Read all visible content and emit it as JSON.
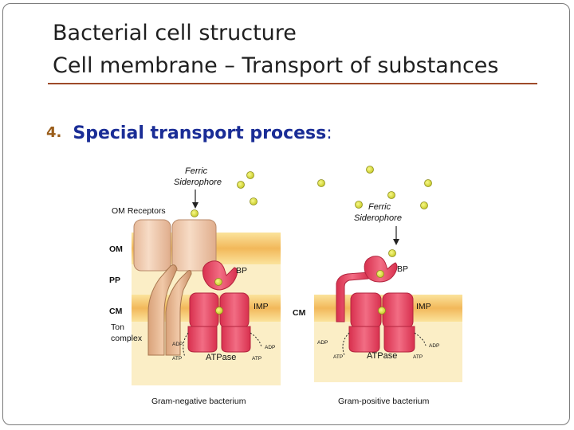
{
  "slide": {
    "title_line1": "Bacterial cell structure",
    "title_line2": "Cell membrane – Transport of substances",
    "point_number": "4.",
    "point_text": "Special transport process",
    "point_colon": ":"
  },
  "diagram_left": {
    "ferric_siderophore": [
      "Ferric",
      "Siderophore"
    ],
    "om_receptors": "OM Receptors",
    "om": "OM",
    "pp": "PP",
    "cm": "CM",
    "ton_complex": [
      "Ton",
      "complex"
    ],
    "bp": "BP",
    "imp": "IMP",
    "atpase": "ATPase",
    "adp_left": "ADP",
    "atp_left": "ATP",
    "adp_right": "ADP",
    "atp_right": "ATP",
    "caption": "Gram-negative bacterium"
  },
  "diagram_right": {
    "ferric_siderophore": [
      "Ferric",
      "Siderophore"
    ],
    "bp": "BP",
    "imp": "IMP",
    "cm": "CM",
    "atpase": "ATPase",
    "adp_left": "ADP",
    "atp_left": "ATP",
    "adp_right": "ADP",
    "atp_right": "ATP",
    "caption": "Gram-positive bacterium"
  },
  "colors": {
    "title_rule": "#9e4b2a",
    "point_text": "#1a2d96",
    "point_number": "#9a5d1a",
    "transporter": "#e8435f",
    "siderophore": "#d9dc3f",
    "membrane": "#f4c46e",
    "periplasm": "#fbecc0",
    "receptor": "#f0cfb2"
  }
}
